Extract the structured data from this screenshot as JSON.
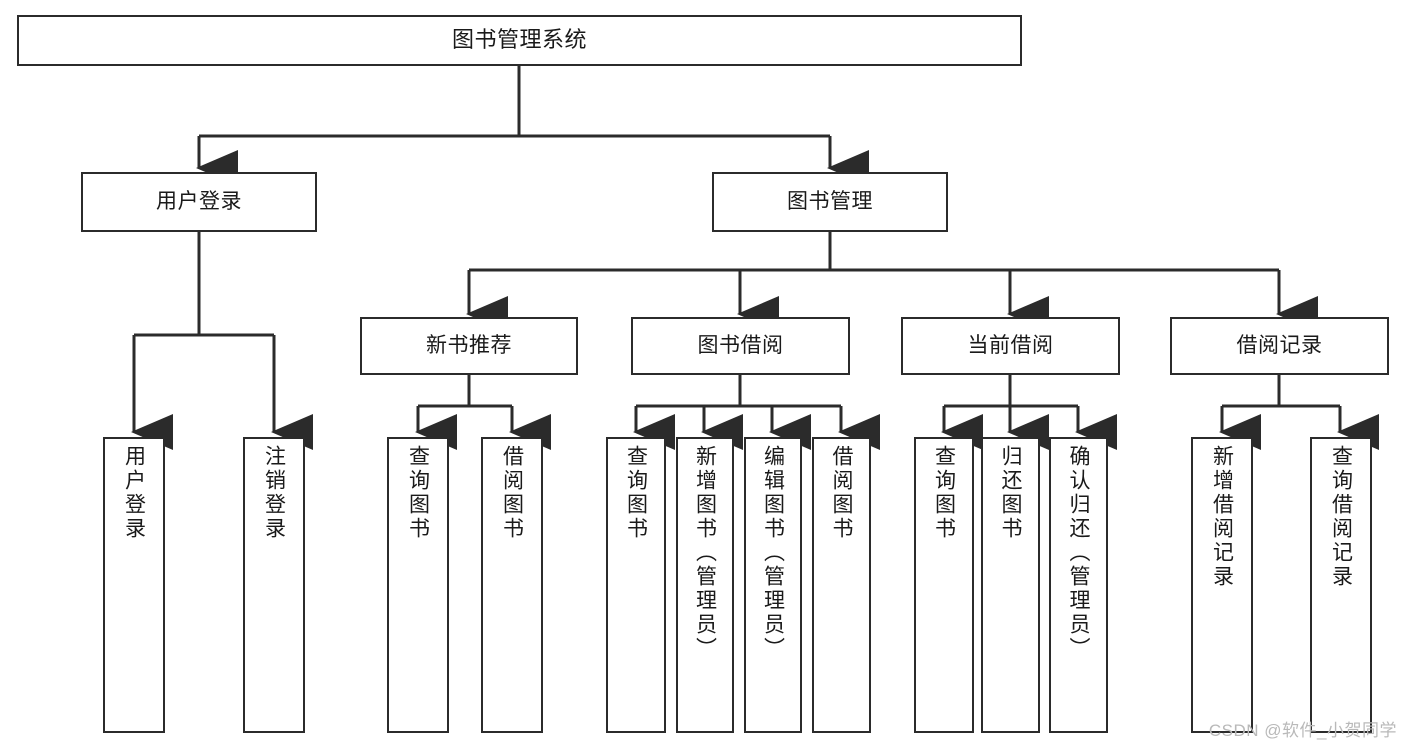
{
  "diagram": {
    "title_text": "图书管理系统",
    "watermark": "CSDN @软件_小贺同学",
    "line_color": "#2b2b2b",
    "box_fill": "#ffffff",
    "text_color": "#1a1a1a",
    "nodes": {
      "root": "图书管理系统",
      "user_login": "用户登录",
      "book_manage": "图书管理",
      "new_book_rec": "新书推荐",
      "book_borrow": "图书借阅",
      "current_borrow": "当前借阅",
      "borrow_record": "借阅记录",
      "leaf_user_login": "用户登录",
      "leaf_logout": "注销登录",
      "leaf_query_book_1": "查询图书",
      "leaf_borrow_book_1": "借阅图书",
      "leaf_query_book_2": "查询图书",
      "leaf_add_book_admin": "新增图书（管理员）",
      "leaf_edit_book_admin": "编辑图书（管理员）",
      "leaf_borrow_book_2": "借阅图书",
      "leaf_query_book_3": "查询图书",
      "leaf_return_book": "归还图书",
      "leaf_confirm_return_admin": "确认归还（管理员）",
      "leaf_add_record": "新增借阅记录",
      "leaf_query_record": "查询借阅记录"
    }
  }
}
